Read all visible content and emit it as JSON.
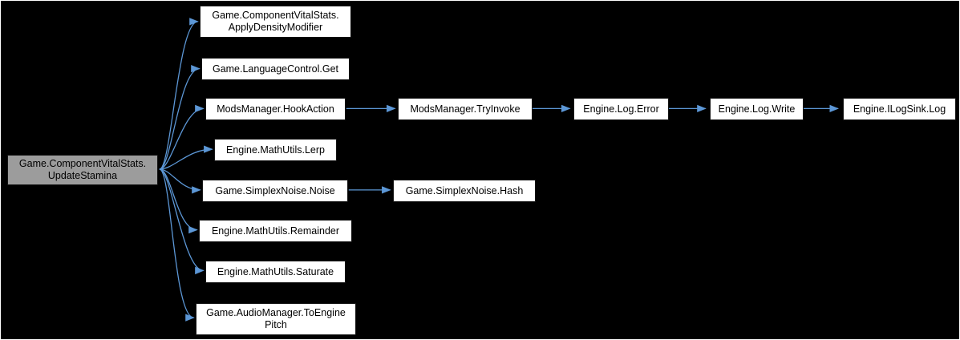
{
  "diagram": {
    "type": "call-graph",
    "colors": {
      "background": "#000000",
      "frame": "#ffffff",
      "edge": "#5c97d6",
      "node_fill": "#ffffff",
      "node_text": "#000000",
      "highlight_fill": "#9c9c9c"
    },
    "nodes": [
      {
        "id": "updateStamina",
        "label": "Game.ComponentVitalStats.\nUpdateStamina",
        "highlighted": true
      },
      {
        "id": "applyDensityModifier",
        "label": "Game.ComponentVitalStats.\nApplyDensityModifier",
        "highlighted": false
      },
      {
        "id": "languageControlGet",
        "label": "Game.LanguageControl.Get",
        "highlighted": false
      },
      {
        "id": "hookAction",
        "label": "ModsManager.HookAction",
        "highlighted": false
      },
      {
        "id": "mathLerp",
        "label": "Engine.MathUtils.Lerp",
        "highlighted": false
      },
      {
        "id": "simplexNoise",
        "label": "Game.SimplexNoise.Noise",
        "highlighted": false
      },
      {
        "id": "mathRemainder",
        "label": "Engine.MathUtils.Remainder",
        "highlighted": false
      },
      {
        "id": "mathSaturate",
        "label": "Engine.MathUtils.Saturate",
        "highlighted": false
      },
      {
        "id": "toEnginePitch",
        "label": "Game.AudioManager.ToEngine\nPitch",
        "highlighted": false
      },
      {
        "id": "tryInvoke",
        "label": "ModsManager.TryInvoke",
        "highlighted": false
      },
      {
        "id": "logError",
        "label": "Engine.Log.Error",
        "highlighted": false
      },
      {
        "id": "logWrite",
        "label": "Engine.Log.Write",
        "highlighted": false
      },
      {
        "id": "iLogSinkLog",
        "label": "Engine.ILogSink.Log",
        "highlighted": false
      },
      {
        "id": "simplexHash",
        "label": "Game.SimplexNoise.Hash",
        "highlighted": false
      }
    ],
    "edges": [
      {
        "from": "updateStamina",
        "to": "applyDensityModifier"
      },
      {
        "from": "updateStamina",
        "to": "languageControlGet"
      },
      {
        "from": "updateStamina",
        "to": "hookAction"
      },
      {
        "from": "updateStamina",
        "to": "mathLerp"
      },
      {
        "from": "updateStamina",
        "to": "simplexNoise"
      },
      {
        "from": "updateStamina",
        "to": "mathRemainder"
      },
      {
        "from": "updateStamina",
        "to": "mathSaturate"
      },
      {
        "from": "updateStamina",
        "to": "toEnginePitch"
      },
      {
        "from": "hookAction",
        "to": "tryInvoke"
      },
      {
        "from": "tryInvoke",
        "to": "logError"
      },
      {
        "from": "logError",
        "to": "logWrite"
      },
      {
        "from": "logWrite",
        "to": "iLogSinkLog"
      },
      {
        "from": "simplexNoise",
        "to": "simplexHash"
      }
    ]
  }
}
